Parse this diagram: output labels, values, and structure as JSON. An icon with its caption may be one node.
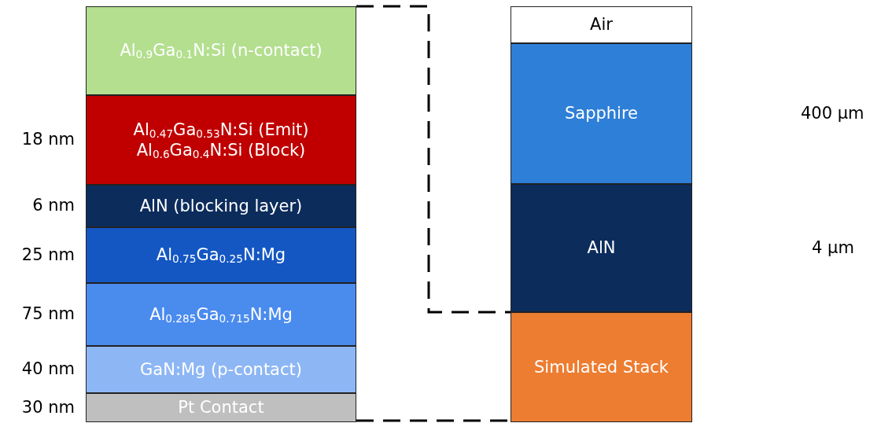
{
  "diagram": {
    "nodes": [
      {
        "text": [
          "Al$_{0.9}$Ga$_{0.1}$N:Si (n-contact)"
        ]
      },
      {
        "text": [
          "Al$_{0.47}$Ga$_{0.53}$N:Si (Emit)",
          "Al$_{0.6}$Ga$_{0.4}$N:Si (Block)"
        ],
        "beside": [
          "18 nm"
        ]
      },
      {
        "text": [
          "AlN (blocking layer)"
        ],
        "beside": [
          "6 nm"
        ]
      },
      {
        "text": [
          "Al$_{0.75}$Ga$_{0.25}$N:Mg"
        ],
        "beside": [
          "25 nm"
        ]
      },
      {
        "text": [
          "Al$_{0.285}$Ga$_{0.715}$N:Mg"
        ],
        "beside": [
          "75 nm"
        ]
      },
      {
        "text": [
          "GaN:Mg (p-contact)"
        ],
        "beside": [
          "40 nm"
        ]
      },
      {
        "text": [
          "Pt Contact"
        ],
        "beside": [
          "30 nm"
        ]
      },
      {
        "text": [
          "Air"
        ]
      },
      {
        "text": [
          "Sapphire"
        ]
      },
      {
        "text": [
          "AlN"
        ]
      },
      {
        "text": [
          "Simulated Stack"
        ]
      }
    ],
    "edges": [
      {
        "from": 0,
        "to": 10,
        "arrow": "none",
        "style": "dashed"
      },
      {
        "from": 6,
        "to": 10,
        "arrow": "none",
        "style": "dashed"
      }
    ],
    "labels": [
      "400 µm",
      "4 µm"
    ]
  }
}
